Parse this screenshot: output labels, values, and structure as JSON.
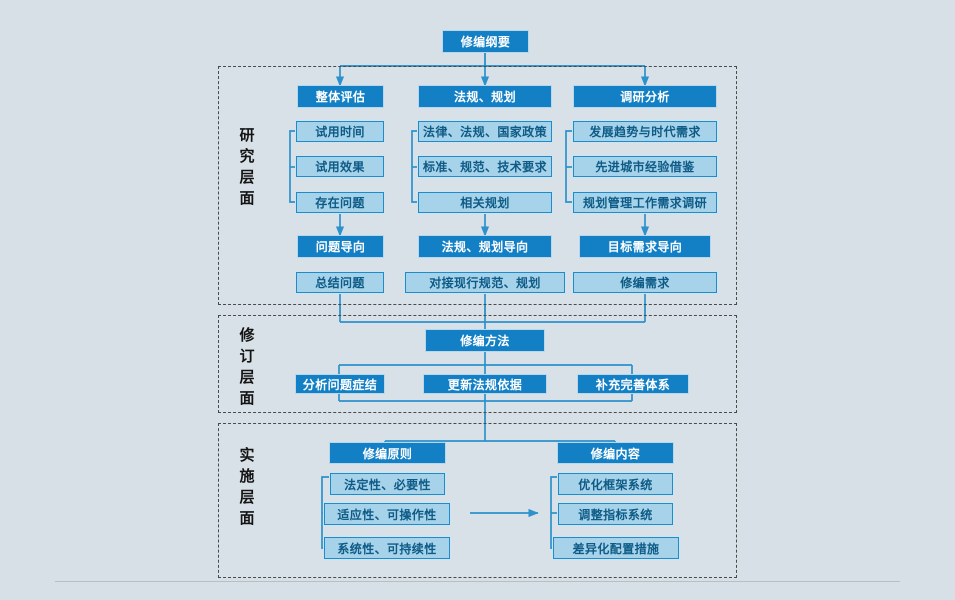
{
  "diagram": {
    "title_node": {
      "label": "修编纲要",
      "style": "dark"
    },
    "layers": [
      {
        "id": "research",
        "label": "研究层面",
        "columns": [
          {
            "header": "整体评估",
            "items": [
              "试用时间",
              "试用效果",
              "存在问题"
            ],
            "orientation": "问题导向",
            "outcome": "总结问题"
          },
          {
            "header": "法规、规划",
            "items": [
              "法律、法规、国家政策",
              "标准、规范、技术要求",
              "相关规划"
            ],
            "orientation": "法规、规划导向",
            "outcome": "对接现行规范、规划"
          },
          {
            "header": "调研分析",
            "items": [
              "发展趋势与时代需求",
              "先进城市经验借鉴",
              "规划管理工作需求调研"
            ],
            "orientation": "目标需求导向",
            "outcome": "修编需求"
          }
        ]
      },
      {
        "id": "revision",
        "label": "修订层面",
        "header": "修编方法",
        "methods": [
          "分析问题症结",
          "更新法规依据",
          "补充完善体系"
        ]
      },
      {
        "id": "implementation",
        "label": "实施层面",
        "groups": [
          {
            "header": "修编原则",
            "items": [
              "法定性、必要性",
              "适应性、可操作性",
              "系统性、可持续性"
            ]
          },
          {
            "header": "修编内容",
            "items": [
              "优化框架系统",
              "调整指标系统",
              "差异化配置措施"
            ]
          }
        ],
        "link_arrow": "right-arrow"
      }
    ],
    "colors": {
      "background": "#d6e0e6",
      "node_dark_fill": "#1380c6",
      "node_dark_text": "#ffffff",
      "node_light_fill": "#a7d3ea",
      "node_light_border": "#1f8bc9",
      "node_light_text": "#0d5b86",
      "connector": "#1f8bc9",
      "frame_dash": "#4a4a4a",
      "layer_label_text": "#141414"
    }
  }
}
